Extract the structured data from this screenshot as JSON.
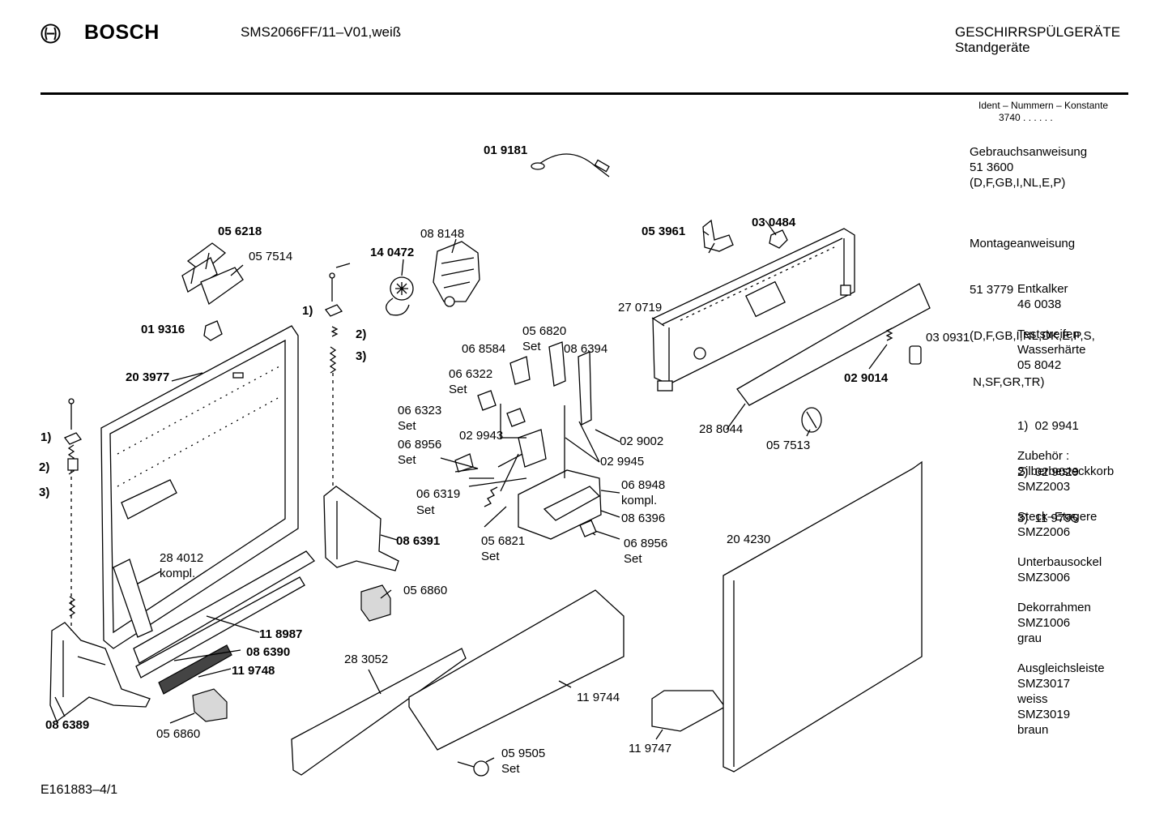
{
  "header": {
    "brand": "BOSCH",
    "model": "SMS2066FF/11–V01,weiß",
    "category_line1": "GESCHIRRSPÜLGERÄTE",
    "category_line2": "Standgeräte",
    "ident_label": "Ident – Nummern – Konstante",
    "ident_value": "3740 . .  . . . ."
  },
  "sidebar": {
    "gebrauch": [
      "Gebrauchsanweisung",
      "51 3600",
      "(D,F,GB,I,NL,E,P)"
    ],
    "montage": [
      "Montageanweisung",
      "51 3779",
      "(D,F,GB,I,NL,DK,E,P,S,",
      " N,SF,GR,TR)"
    ],
    "entkalker": [
      "Entkalker",
      "46 0038"
    ],
    "teststreifen": [
      "Teststreifen",
      "Wasserhärte",
      "05 8042"
    ],
    "refs": [
      "1)  02 9941",
      "2)  02 9029",
      "3)  11 9795"
    ],
    "zubehoer": [
      "Zubehör :",
      "Silberbesteckkorb",
      "SMZ2003"
    ],
    "steck": [
      "Steck–Etagere",
      "SMZ2006"
    ],
    "unterbau": [
      "Unterbausockel",
      "SMZ3006"
    ],
    "dekor": [
      "Dekorrahmen",
      "SMZ1006",
      "grau"
    ],
    "ausgleich": [
      "Ausgleichsleiste",
      "SMZ3017",
      "weiss",
      "SMZ3019",
      "braun"
    ]
  },
  "parts": {
    "p019181": "01 9181",
    "p056218": "05 6218",
    "p057514": "05 7514",
    "p088148": "08 8148",
    "p140472": "14 0472",
    "p053961": "05 3961",
    "p030484": "03 0484",
    "p270719": "27 0719",
    "p019316": "01 9316",
    "p203977": "20 3977",
    "p056820": "05 6820",
    "set_a": "Set",
    "p068584": "06 8584",
    "p086394": "08 6394",
    "p066322": "06 6322",
    "set_b": "Set",
    "p066323": "06 6323",
    "set_c": "Set",
    "p029943": "02 9943",
    "p068956a": "06 8956",
    "set_d": "Set",
    "p029002": "02 9002",
    "p029945": "02 9945",
    "p066319": "06 6319",
    "set_e": "Set",
    "p068948": "06 8948",
    "kompl_a": "kompl.",
    "p086396": "08 6396",
    "p056821": "05 6821",
    "set_f": "Set",
    "p068956b": "06 8956",
    "set_g": "Set",
    "p030931": "03 0931",
    "p029014": "02 9014",
    "p288044": "28 8044",
    "p057513": "05 7513",
    "p204230": "20 4230",
    "p086391": "08 6391",
    "p284012": "28 4012",
    "kompl_b": "kompl.",
    "p056860a": "05 6860",
    "p118987": "11 8987",
    "p086390": "08 6390",
    "p119748": "11 9748",
    "p086389": "08 6389",
    "p056860b": "05 6860",
    "p283052": "28 3052",
    "p119744": "11 9744",
    "p119747": "11 9747",
    "p059505": "05 9505",
    "set_h": "Set",
    "ref1_top": "1)",
    "ref2_top": "2)",
    "ref3_top": "3)",
    "ref1_left": "1)",
    "ref2_left": "2)",
    "ref3_left": "3)"
  },
  "footer": {
    "drawing_id": "E161883–4/1"
  }
}
